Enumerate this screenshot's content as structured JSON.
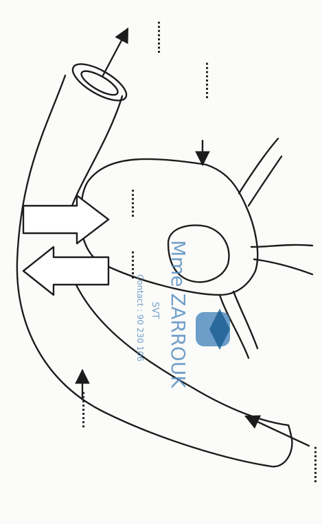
{
  "blanks": [
    {
      "id": "top-right",
      "text": "........"
    },
    {
      "id": "upper-middle",
      "text": "........."
    },
    {
      "id": "mid-left",
      "text": "......."
    },
    {
      "id": "mid-right",
      "text": "......."
    },
    {
      "id": "bottom-left",
      "text": "........."
    },
    {
      "id": "bottom-right",
      "text": "........."
    }
  ],
  "watermark": {
    "name": "Mme ZARROUK",
    "sub1": "SVT",
    "contact": "Contact : 90 230 106"
  },
  "colors": {
    "ink": "#1c1c1c",
    "watermark": "#5a8fc0",
    "background": "#fbfbf9"
  }
}
